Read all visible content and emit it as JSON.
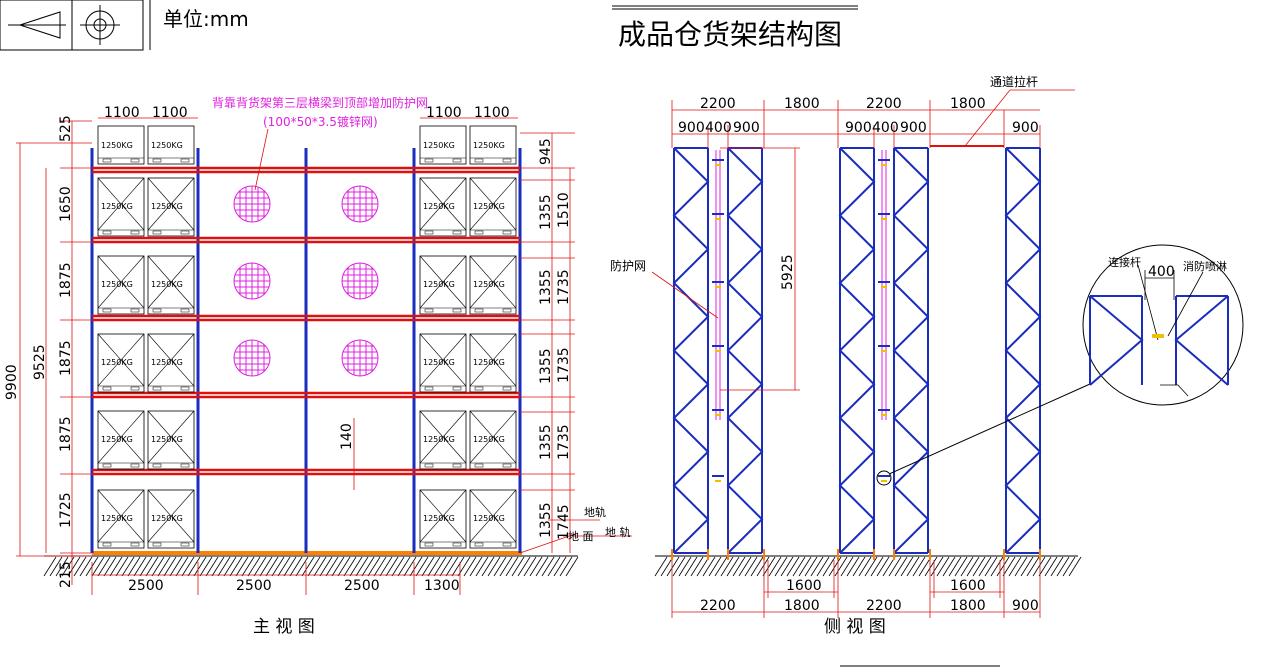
{
  "header": {
    "unit_label": "单位:mm",
    "title": "成品仓货架结构图"
  },
  "front_view": {
    "caption": "主 视 图",
    "note_line1": "背靠背货架第三层横梁到顶部增加防护网",
    "note_line2": "(100*50*3.5镀锌网)",
    "top_dims_left": [
      "1100",
      "1100"
    ],
    "top_dims_right": [
      "1100",
      "1100"
    ],
    "left_levels": [
      "525",
      "1650",
      "1875",
      "1875",
      "1875",
      "1725",
      "215"
    ],
    "total_heights": [
      "9525",
      "9900"
    ],
    "right_inner": [
      "945",
      "1355",
      "1355",
      "1355",
      "1355",
      "1355"
    ],
    "right_outer": [
      "1510",
      "1735",
      "1735",
      "1735",
      "1745"
    ],
    "mid_dim": "140",
    "bottom_dims": [
      "2500",
      "2500",
      "2500",
      "1300"
    ],
    "load_label": "1250KG",
    "ground_rail": "地轨",
    "ground_label": "地 面",
    "ground_rail2": "地 轨"
  },
  "side_view": {
    "caption": "侧 视 图",
    "top_dims_row1": [
      "2200",
      "1800",
      "2200",
      "1800"
    ],
    "top_dims_row2": [
      "900",
      "400",
      "900",
      "900",
      "400",
      "900",
      "900"
    ],
    "aisle_tie_label": "通道拉杆",
    "guard_net_label": "防护网",
    "height_dim": "5925",
    "bottom_dims_row1": [
      "1600",
      "1600"
    ],
    "bottom_dims_row2": [
      "2200",
      "1800",
      "2200",
      "1800",
      "900"
    ],
    "detail": {
      "connector_label": "连接杆",
      "spacing": "400",
      "sprinkler_label": "消防喷淋"
    }
  }
}
